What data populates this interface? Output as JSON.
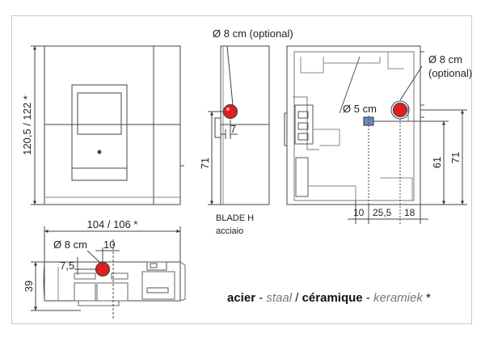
{
  "labels": {
    "flue_outlet": "Ø 8 cm (optional)",
    "flue_outlet_right_line1": "Ø 8 cm",
    "flue_outlet_right_line2": "(optional)",
    "air_inlet": "Ø 5 cm",
    "flue_bottom": "Ø 8 cm",
    "model_name": "BLADE H",
    "model_material": "acciaio"
  },
  "dimensions": {
    "height": "120,5 / 122 *",
    "side_height": "71",
    "side_offset": "7",
    "rear_height_71": "71",
    "rear_height_61": "61",
    "rear_offset_10": "10",
    "rear_offset_25_5": "25,5",
    "rear_offset_18": "18",
    "width": "104 / 106 *",
    "top_offset_10": "10",
    "top_offset_7_5": "7,5",
    "depth": "39"
  },
  "legend": {
    "steel_fr": "acier",
    "sep1": " - ",
    "steel_nl": "staal",
    "sep2": "  / ",
    "ceramic_fr": "céramique",
    "sep3": " - ",
    "ceramic_nl": "keramiek",
    "star": " *"
  },
  "colors": {
    "outlet_red": "#e0201c",
    "line": "#333333",
    "drawing_grey": "#555555"
  }
}
